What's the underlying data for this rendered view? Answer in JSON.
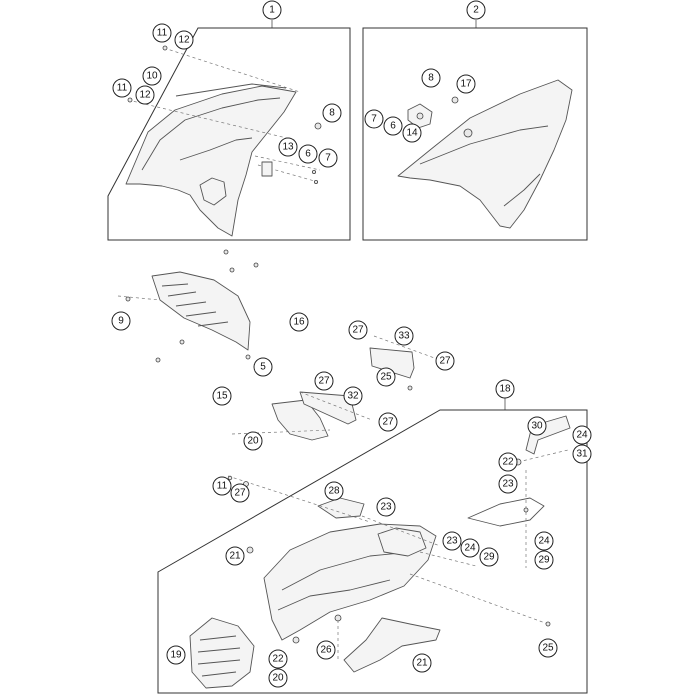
{
  "callouts": {
    "g1": "1",
    "g2": "2",
    "g18": "18",
    "p11a": "11",
    "p12a": "12",
    "p10": "10",
    "p11b": "11",
    "p12b": "12",
    "p8a": "8",
    "p13": "13",
    "p6a": "6",
    "p7a": "7",
    "p8b": "8",
    "p17": "17",
    "p7b": "7",
    "p6b": "6",
    "p14": "14",
    "p9": "9",
    "p16": "16",
    "p5": "5",
    "p15": "15",
    "p27a": "27",
    "p33": "33",
    "p27b": "27",
    "p25a": "25",
    "p27c": "27",
    "p32": "32",
    "p27d": "27",
    "p20a": "20",
    "p30": "30",
    "p24a": "24",
    "p22a": "22",
    "p31": "31",
    "p23a": "23",
    "p11c": "11",
    "p27e": "27",
    "p28": "28",
    "p23b": "23",
    "p23c": "23",
    "p24b": "24",
    "p29a": "29",
    "p24c": "24",
    "p29b": "29",
    "p21a": "21",
    "p25b": "25",
    "p19": "19",
    "p22b": "22",
    "p26": "26",
    "p21b": "21",
    "p20b": "20"
  }
}
